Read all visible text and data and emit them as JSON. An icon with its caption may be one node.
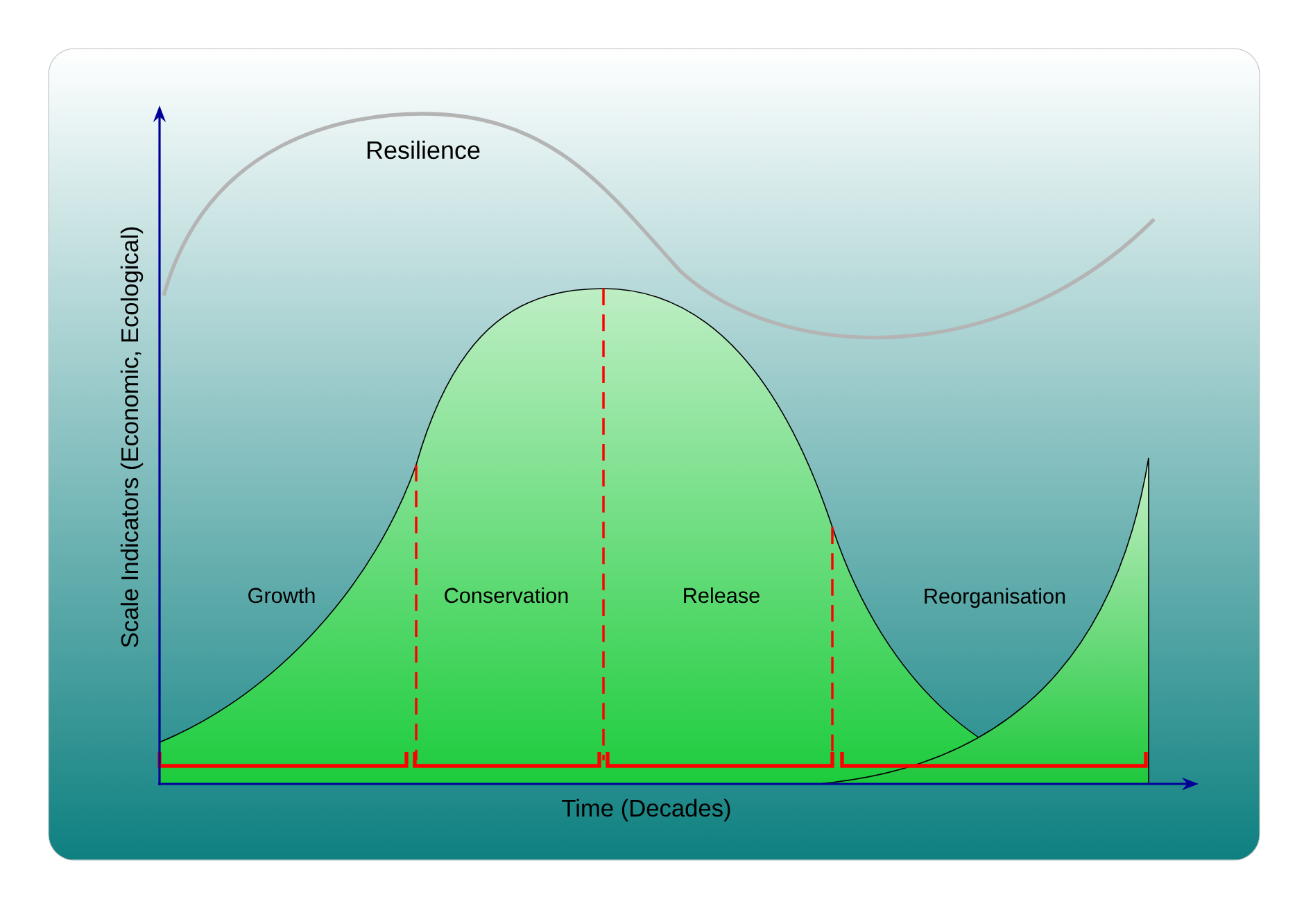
{
  "diagram": {
    "labels": [
      "Resilience",
      "Growth",
      "Conservation",
      "Release",
      "Reorganisation",
      "Scale Indicators (Economic, Ecological)",
      "Time (Decades)"
    ]
  }
}
